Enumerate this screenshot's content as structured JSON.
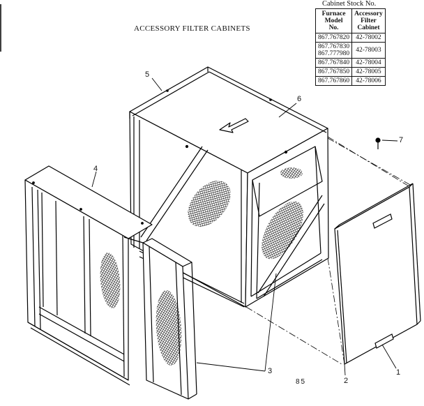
{
  "title": "ACCESSORY FILTER CABINETS",
  "stock_table": {
    "caption": "Cabinet Stock No.",
    "headers": [
      "Furnace\nModel\nNo.",
      "Accessory\nFilter\nCabinet"
    ],
    "rows": [
      {
        "model": "867.767820",
        "cabinet": "42-78002"
      },
      {
        "model": "867.767830\n867.777980",
        "cabinet": "42-78003"
      },
      {
        "model": "867.767840",
        "cabinet": "42-78004"
      },
      {
        "model": "867.767850",
        "cabinet": "42-78005"
      },
      {
        "model": "867.767860",
        "cabinet": "42-78006"
      }
    ]
  },
  "callouts": {
    "c1": "1",
    "c2": "2",
    "c3": "3",
    "c4": "4",
    "c5": "5",
    "c6": "6",
    "c7": "7"
  },
  "page_code": "85"
}
